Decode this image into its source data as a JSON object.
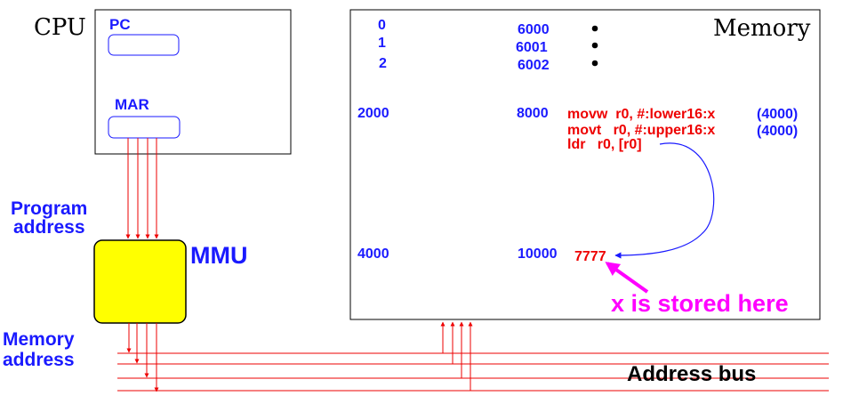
{
  "cpu": {
    "label": "CPU",
    "pc_label": "PC",
    "mar_label": "MAR"
  },
  "mmu": {
    "label": "MMU"
  },
  "program_address": {
    "line1": "Program",
    "line2": "address"
  },
  "memory_address": {
    "line1": "Memory",
    "line2": "address"
  },
  "memory": {
    "label": "Memory",
    "rows": [
      {
        "virtual": "0",
        "physical": "6000"
      },
      {
        "virtual": "1",
        "physical": "6001"
      },
      {
        "virtual": "2",
        "physical": "6002"
      },
      {
        "virtual": "2000",
        "physical": "8000"
      },
      {
        "virtual": "4000",
        "physical": "10000"
      }
    ],
    "instructions": [
      {
        "code": "movw  r0, #:lower16:x",
        "note": "(4000)"
      },
      {
        "code": "movt   r0, #:upper16:x",
        "note": "(4000)"
      },
      {
        "code": "ldr   r0, [r0]",
        "note": ""
      }
    ],
    "stored_value": "7777"
  },
  "annotation": "x is stored here",
  "address_bus_label": "Address bus",
  "colors": {
    "blue": "#1a1aff",
    "red": "#ee0000",
    "magenta": "#ff00ff",
    "mmu_fill": "#ffff00"
  }
}
